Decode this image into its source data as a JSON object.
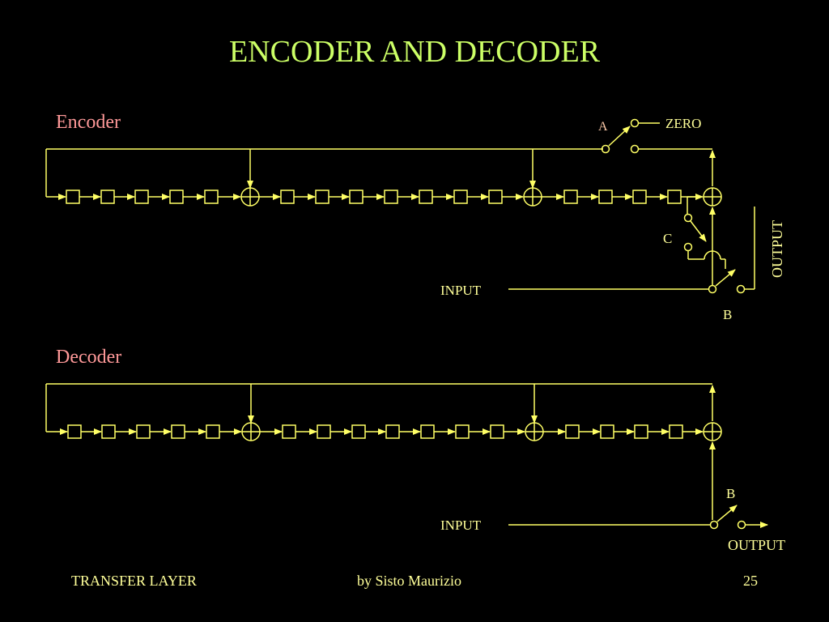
{
  "slide": {
    "title": "ENCODER AND DECODER",
    "colors": {
      "background": "#000000",
      "title": "#ccff66",
      "section_label": "#ff9999",
      "diagram_line": "#ffff66",
      "label_text": "#ffff99",
      "pointer_label": "#ffccaa"
    }
  },
  "encoder": {
    "label": "Encoder",
    "input_label": "INPUT",
    "output_label": "OUTPUT",
    "switch_a_label": "A",
    "switch_a_zero_label": "ZERO",
    "switch_b_label": "B",
    "switch_c_label": "C",
    "register_count": 16,
    "adder_count": 3
  },
  "decoder": {
    "label": "Decoder",
    "input_label": "INPUT",
    "output_label": "OUTPUT",
    "switch_b_label": "B",
    "register_count": 16,
    "adder_count": 3
  },
  "footer": {
    "left": "TRANSFER LAYER",
    "center": "by Sisto Maurizio",
    "page_number": "25"
  }
}
